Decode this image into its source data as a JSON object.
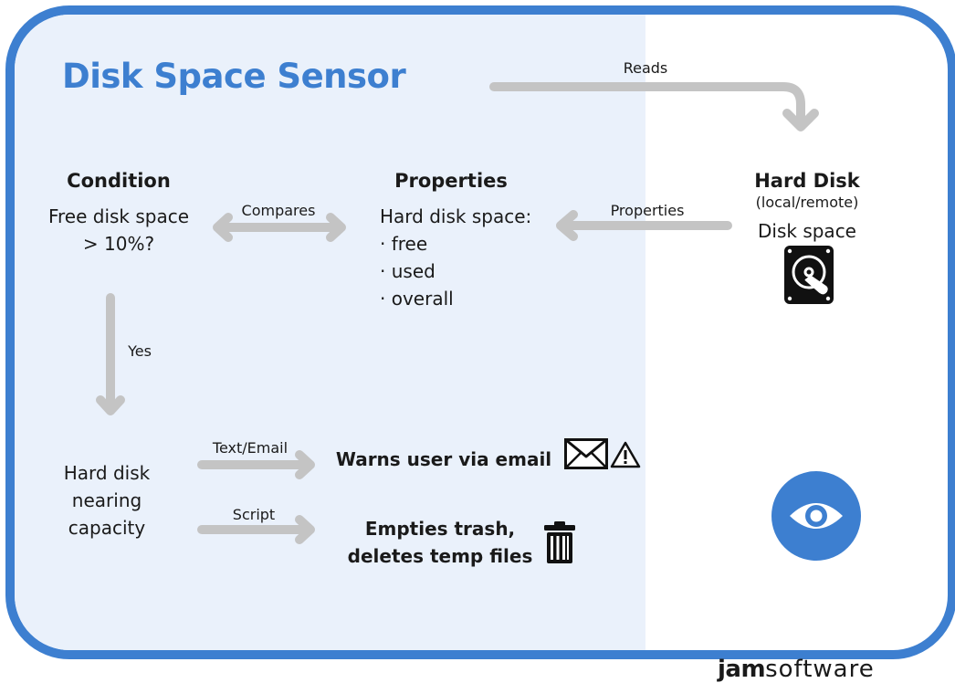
{
  "title": "Disk Space Sensor",
  "colors": {
    "accent": "#3d7fd0",
    "panel": "#eaf1fb",
    "arrow": "#c4c4c4"
  },
  "condition": {
    "heading": "Condition",
    "line1": "Free disk space",
    "line2": "> 10%?"
  },
  "properties": {
    "heading": "Properties",
    "intro": "Hard disk space:",
    "items": [
      "free",
      "used",
      "overall"
    ]
  },
  "hard_disk": {
    "heading": "Hard Disk",
    "subheading": "(local/remote)",
    "label": "Disk space"
  },
  "arrows": {
    "reads": "Reads",
    "compares": "Compares",
    "properties": "Properties",
    "yes": "Yes",
    "text_email": "Text/Email",
    "script": "Script"
  },
  "state": {
    "line1": "Hard disk",
    "line2": "nearing",
    "line3": "capacity"
  },
  "actions": {
    "warn": "Warns user via email",
    "empty_line1": "Empties trash,",
    "empty_line2": "deletes temp files"
  },
  "icons": [
    "hard-disk-icon",
    "envelope-icon",
    "warning-icon",
    "trash-icon",
    "eye-icon"
  ],
  "brand": {
    "bold": "jam",
    "light": "software"
  }
}
